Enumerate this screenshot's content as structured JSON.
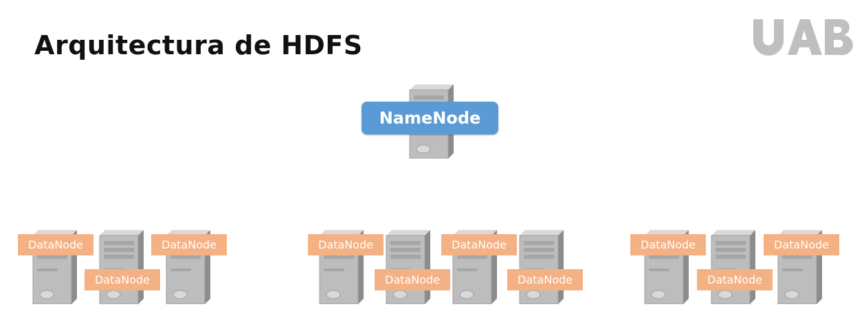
{
  "title": "Arquitectura de HDFS",
  "logo": {
    "text": "UAB",
    "color": "#bfbfbf"
  },
  "namenode": {
    "label": "NameNode",
    "color": "#5b9bd5"
  },
  "datanode_color": "#f4b183",
  "datanode_label": "DataNode",
  "racks": [
    {
      "datanodes": [
        "DataNode",
        "DataNode",
        "DataNode"
      ]
    },
    {
      "datanodes": [
        "DataNode",
        "DataNode",
        "DataNode",
        "DataNode"
      ]
    },
    {
      "datanodes": [
        "DataNode",
        "DataNode",
        "DataNode"
      ]
    }
  ]
}
